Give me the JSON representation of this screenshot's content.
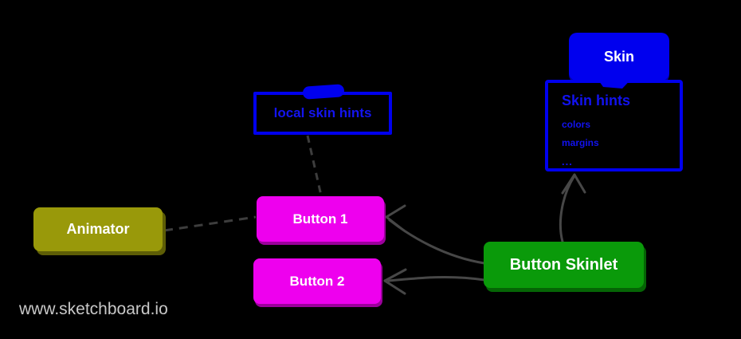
{
  "canvas": {
    "background": "#000000",
    "watermark": "www.sketchboard.io"
  },
  "nodes": {
    "skin": {
      "label": "Skin",
      "fill": "#0000ee",
      "text_color": "#ffffff"
    },
    "skin_hints": {
      "title": "Skin hints",
      "items": [
        "colors",
        "margins",
        "..."
      ],
      "border_color": "#0000ee",
      "text_color": "#1212f0"
    },
    "local_skin_hints": {
      "label": "local skin hints",
      "border_color": "#0000ee",
      "text_color": "#1414f0"
    },
    "animator": {
      "label": "Animator",
      "fill": "#99990a",
      "text_color": "#ffffff"
    },
    "button_1": {
      "label": "Button 1",
      "fill": "#ee00ee",
      "text_color": "#ffffff"
    },
    "button_2": {
      "label": "Button 2",
      "fill": "#ee00ee",
      "text_color": "#ffffff"
    },
    "button_skinlet": {
      "label": "Button Skinlet",
      "fill": "#0a9a0a",
      "text_color": "#ffffff"
    }
  },
  "edges": [
    {
      "from": "skin",
      "to": "skin_hints",
      "style": "blue-connector"
    },
    {
      "from": "local_skin_hints",
      "to": "button_1",
      "style": "dashed"
    },
    {
      "from": "animator",
      "to": "button_1",
      "style": "dashed"
    },
    {
      "from": "button_skinlet",
      "to": "button_1",
      "style": "solid-arrow"
    },
    {
      "from": "button_skinlet",
      "to": "button_2",
      "style": "solid-arrow"
    },
    {
      "from": "button_skinlet",
      "to": "skin_hints",
      "style": "solid-arrow"
    }
  ],
  "colors": {
    "edge_gray": "#474747",
    "dash_gray": "#3d3d3d",
    "blue": "#0000ee",
    "magenta": "#ee00ee",
    "green": "#0a9a0a",
    "olive": "#99990a",
    "watermark_gray": "#c8c8c8"
  }
}
